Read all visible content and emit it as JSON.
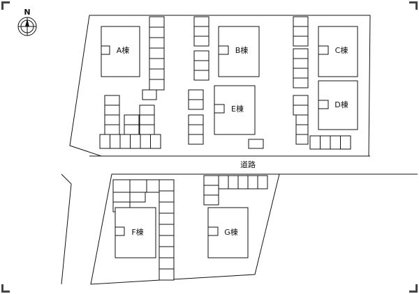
{
  "map": {
    "compass_letter": "N",
    "road_label": "道路",
    "buildings": [
      {
        "id": "A",
        "label": "A棟"
      },
      {
        "id": "B",
        "label": "B棟"
      },
      {
        "id": "C",
        "label": "C棟"
      },
      {
        "id": "D",
        "label": "D棟"
      },
      {
        "id": "E",
        "label": "E棟"
      },
      {
        "id": "F",
        "label": "F棟"
      },
      {
        "id": "G",
        "label": "G棟"
      }
    ],
    "colors": {
      "line": "#111111",
      "background": "#ffffff"
    }
  }
}
